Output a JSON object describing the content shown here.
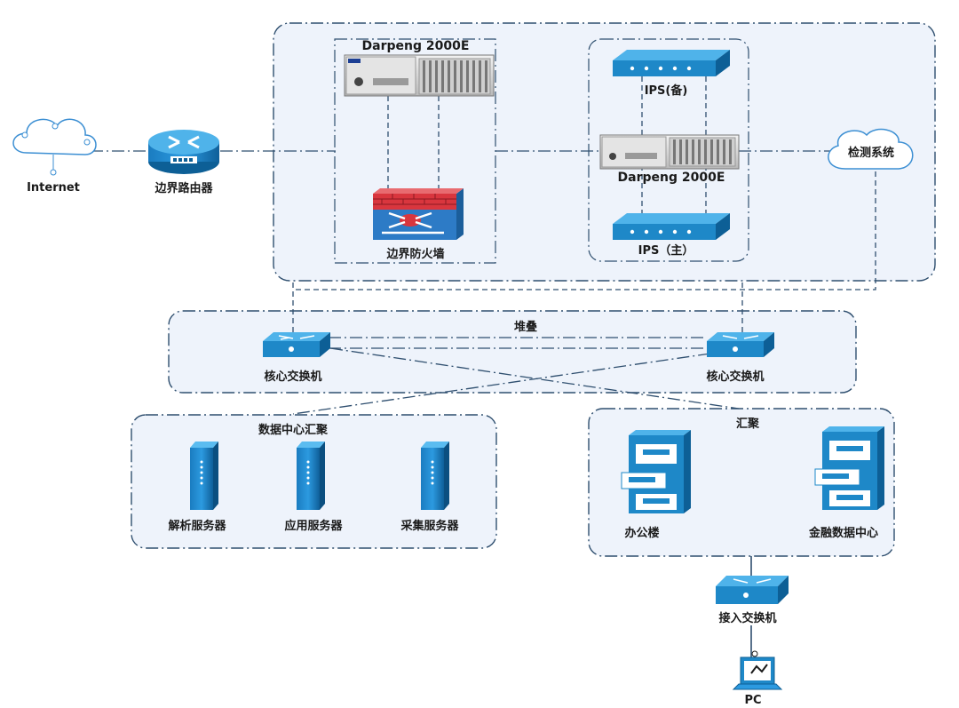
{
  "labels": {
    "internet": "Internet",
    "border_router": "边界路由器",
    "darpeng_top": "Darpeng 2000E",
    "border_firewall": "边界防火墙",
    "ips_backup": "IPS(备)",
    "darpeng_mid": "Darpeng 2000E",
    "ips_main": "IPS（主）",
    "detection_system": "检测系统",
    "stack": "堆叠",
    "core_switch_left": "核心交换机",
    "core_switch_right": "核心交换机",
    "dc_aggregation": "数据中心汇聚",
    "analysis_server": "解析服务器",
    "app_server": "应用服务器",
    "collect_server": "采集服务器",
    "aggregation": "汇聚",
    "office_building": "办公楼",
    "finance_dc": "金融数据中心",
    "access_switch": "接入交换机",
    "pc": "PC"
  },
  "colors": {
    "zone_fill": "#eef3fb",
    "line": "#2f4f6f",
    "device_blue": "#1e88c8",
    "device_dark": "#0d5f96",
    "firewall_red": "#d9363e"
  }
}
